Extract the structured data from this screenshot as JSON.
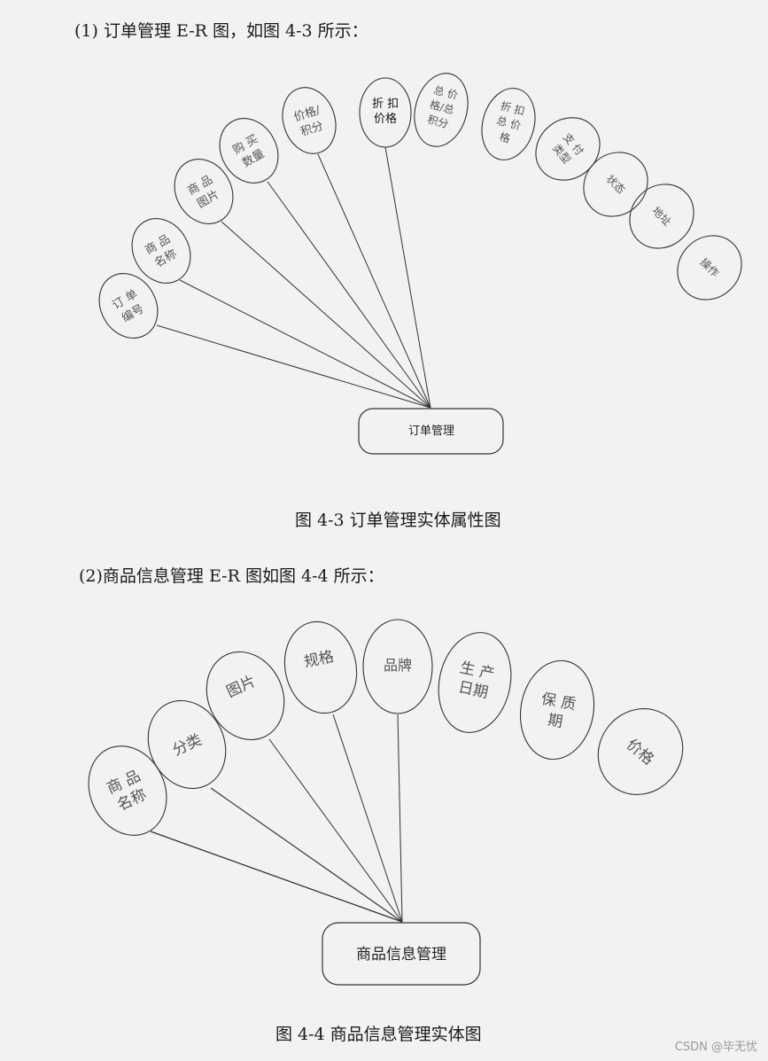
{
  "section1": {
    "heading": "(1)  订单管理 E-R 图，如图 4-3 所示：",
    "entity": "订单管理",
    "caption": "图 4-3 订单管理实体属性图",
    "attributes": [
      {
        "line1": "订  单",
        "line2": "编号"
      },
      {
        "line1": "商  品",
        "line2": "名称"
      },
      {
        "line1": "商  品",
        "line2": "图片"
      },
      {
        "line1": "购  买",
        "line2": "数量"
      },
      {
        "line1": "价格/",
        "line2": "积分"
      },
      {
        "line1": "折  扣",
        "line2": "价格"
      },
      {
        "line1": "总  价",
        "line2": "格/总",
        "line3": "积分"
      },
      {
        "line1": "折  扣",
        "line2": "总  价",
        "line3": "格"
      },
      {
        "line1": "支  付",
        "line2": "类型"
      },
      {
        "line1": "状态"
      },
      {
        "line1": "地址"
      },
      {
        "line1": "操作"
      }
    ]
  },
  "section2": {
    "heading": "(2)商品信息管理 E-R 图如图 4-4 所示：",
    "entity": "商品信息管理",
    "caption": "图 4-4 商品信息管理实体图",
    "attributes": [
      {
        "line1": "商  品",
        "line2": "名称"
      },
      {
        "line1": "分类"
      },
      {
        "line1": "图片"
      },
      {
        "line1": "规格"
      },
      {
        "line1": "品牌"
      },
      {
        "line1": "生  产",
        "line2": "日期"
      },
      {
        "line1": "保  质",
        "line2": "期"
      },
      {
        "line1": "价格"
      }
    ]
  },
  "watermark": "CSDN @毕无忧"
}
